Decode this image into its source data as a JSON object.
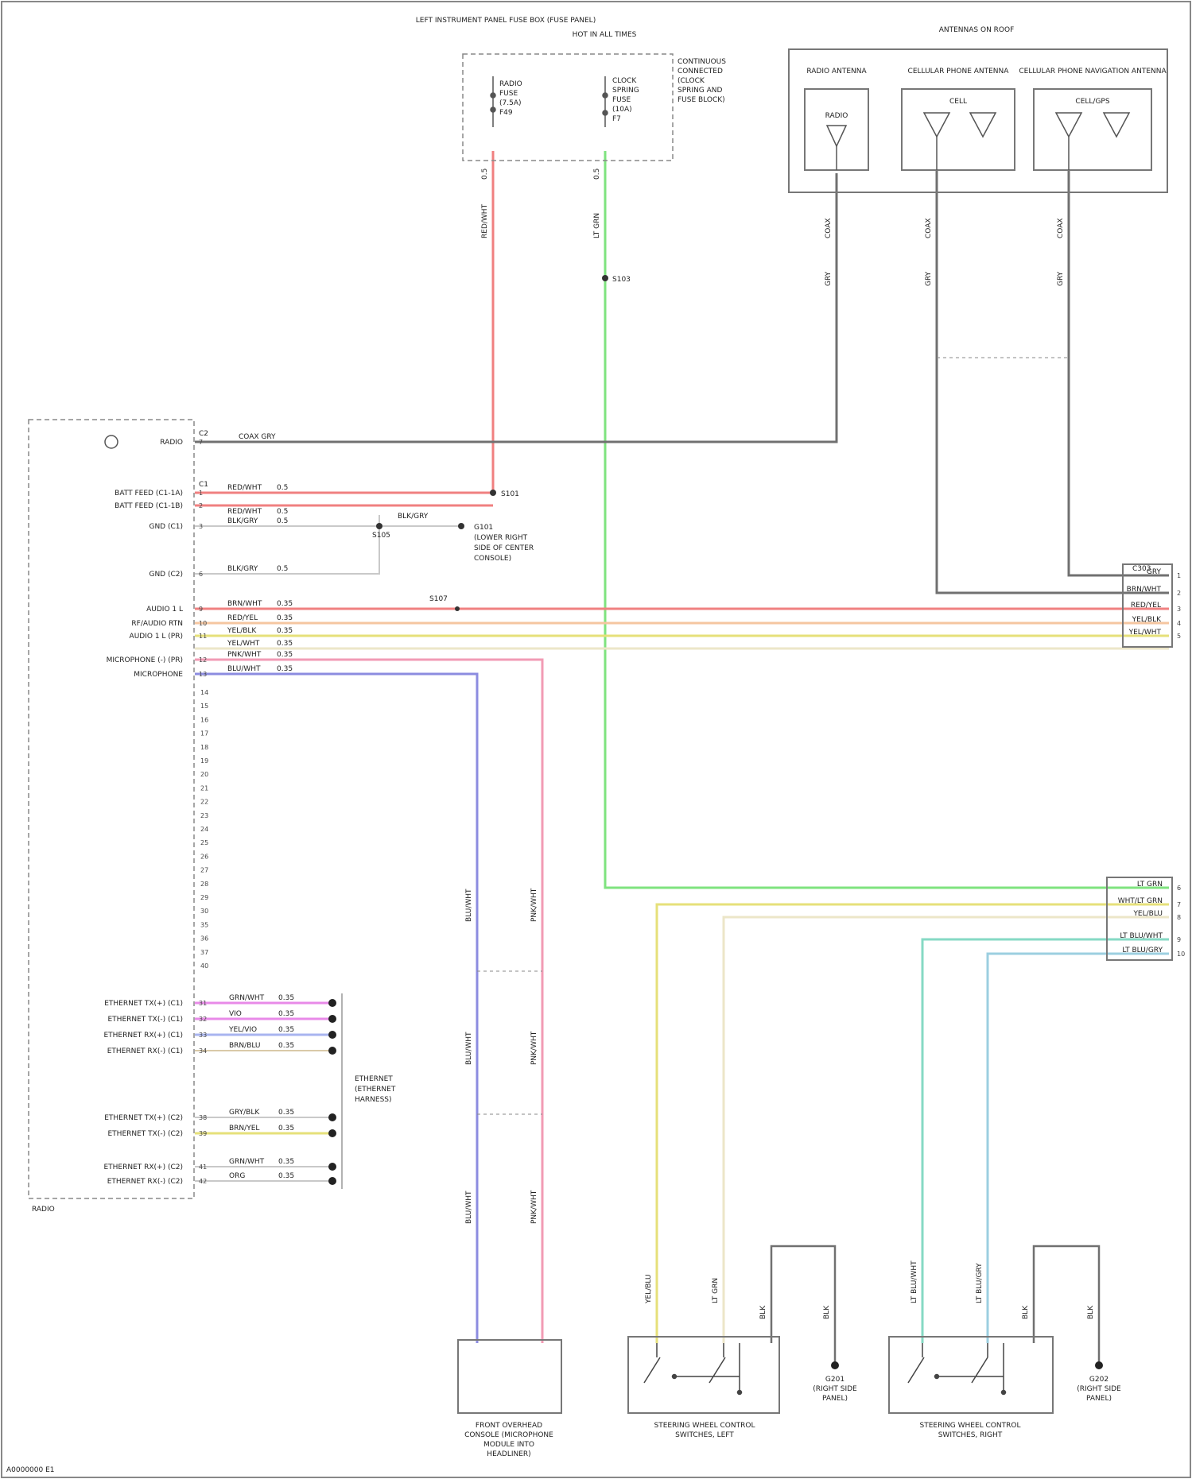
{
  "figure_code": "A0000000 E1",
  "radio_module": {
    "label": "RADIO",
    "connector_labels": [
      "C2",
      "C1"
    ],
    "pin_functions": [
      {
        "num": "7",
        "name": "RADIO"
      },
      {
        "num": "1",
        "name": "BATT FEED (C1-1A)"
      },
      {
        "num": "2",
        "name": "BATT FEED (C1-1B)"
      },
      {
        "num": "3",
        "name": "GND (C1)"
      },
      {
        "num": "6",
        "name": "GND (C2)"
      },
      {
        "num": "9",
        "name": "AUDIO 1 L"
      },
      {
        "num": "10",
        "name": "RF/AUDIO RTN"
      },
      {
        "num": "11",
        "name": "AUDIO 1 L (PR)"
      },
      {
        "num": "12",
        "name": "MICROPHONE (-) (PR)"
      },
      {
        "num": "13",
        "name": "MICROPHONE"
      },
      {
        "num": "31",
        "name": "ETHERNET TX(+) (C1)"
      },
      {
        "num": "32",
        "name": "ETHERNET TX(-) (C1)"
      },
      {
        "num": "33",
        "name": "ETHERNET RX(+) (C1)"
      },
      {
        "num": "34",
        "name": "ETHERNET RX(-) (C1)"
      },
      {
        "num": "38",
        "name": "ETHERNET TX(+) (C2)"
      },
      {
        "num": "39",
        "name": "ETHERNET TX(-) (C2)"
      },
      {
        "num": "41",
        "name": "ETHERNET RX(+) (C2)"
      },
      {
        "num": "42",
        "name": "ETHERNET RX(-) (C2)"
      }
    ],
    "unused_pins": [
      "14",
      "15",
      "16",
      "17",
      "18",
      "19",
      "20",
      "21",
      "22",
      "23",
      "24",
      "25",
      "26",
      "27",
      "28",
      "29",
      "30",
      "35",
      "36",
      "37",
      "40"
    ]
  },
  "fuse_box": {
    "title": "LEFT INSTRUMENT PANEL FUSE BOX (FUSE PANEL)",
    "fuse_a": [
      "RADIO",
      "FUSE",
      "(7.5A)",
      "F49"
    ],
    "fuse_b": [
      "CLOCK",
      "SPRING",
      "FUSE",
      "(10A)",
      "F7"
    ],
    "hot_at_label": "HOT IN ALL TIMES",
    "note": [
      "CONTINUOUS",
      "CONNECTED",
      "(CLOCK",
      "SPRING AND",
      "FUSE BLOCK)"
    ]
  },
  "antennas": {
    "title": "ANTENNAS ON ROOF",
    "radio_label": "RADIO ANTENNA",
    "radio_inner": "RADIO",
    "cell_label": "CELLULAR PHONE ANTENNA",
    "cell_inner": "CELL",
    "gps_label": "CELLULAR PHONE NAVIGATION ANTENNA",
    "gps_inner": "CELL/GPS"
  },
  "right_connector_top": {
    "label": "C303",
    "pins": [
      "1",
      "2",
      "3",
      "4",
      "5"
    ],
    "colors": [
      "GRY",
      "BRN/WHT",
      "RED/YEL",
      "YEL/BLK",
      "YEL/WHT"
    ]
  },
  "right_connector_mid": {
    "pins": [
      "6",
      "7",
      "8",
      "9",
      "10"
    ],
    "colors": [
      "LT GRN",
      "WHT/LT GRN",
      "YEL/BLU",
      "LT BLU/WHT",
      "LT BLU/GRY"
    ]
  },
  "splices": {
    "s101": "S101",
    "s103": "S103",
    "s105": "S105",
    "ground": [
      "G101",
      "(LOWER RIGHT",
      "SIDE OF CENTER",
      "CONSOLE)"
    ],
    "s107": "S107"
  },
  "wire_labels": {
    "red_vertical": [
      "RED/WHT",
      "0.5"
    ],
    "green_vertical": [
      "LT GRN",
      "0.5"
    ],
    "antenna_radio_wire": [
      "COAX",
      "GRY"
    ],
    "antenna_cell_wire": [
      "COAX",
      "GRY"
    ],
    "antenna_gps_wire": [
      "COAX",
      "GRY"
    ],
    "radio_coax": "COAX GRY",
    "batt_1": [
      "RED/WHT",
      "0.5"
    ],
    "batt_2": [
      "RED/WHT",
      "0.5"
    ],
    "gnd_c1": [
      "BLK/GRY",
      "0.5"
    ],
    "gnd_c2": [
      "BLK/GRY",
      "0.5"
    ],
    "audio_1": [
      "BRN/WHT",
      "0.35"
    ],
    "audio_2": [
      "RED/YEL",
      "0.35"
    ],
    "audio_3": [
      "YEL/BLK",
      "0.35"
    ],
    "audio_4": [
      "YEL/WHT",
      "0.35"
    ],
    "mic_minus": [
      "PNK/WHT",
      "0.35"
    ],
    "mic_plus": [
      "BLU/WHT",
      "0.35"
    ],
    "splice_wire": "BLK/GRY",
    "mic_vertical_blue": [
      "BLU/WHT",
      "BLU/WHT",
      "BLU/WHT"
    ],
    "mic_vertical_pink": [
      "PNK/WHT",
      "PNK/WHT",
      "PNK/WHT"
    ],
    "eth": [
      [
        "GRN/WHT",
        "0.35"
      ],
      [
        "VIO",
        "0.35"
      ],
      [
        "YEL/VIO",
        "0.35"
      ],
      [
        "BRN/BLU",
        "0.35"
      ],
      [
        "GRY/BLK",
        "0.35"
      ],
      [
        "BRN/YEL",
        "0.35"
      ],
      [
        "GRN/WHT",
        "0.35"
      ],
      [
        "ORG",
        "0.35"
      ]
    ],
    "switch_wires": [
      "YEL/BLU",
      "LT GRN",
      "BLK",
      "BLK",
      "LT BLU/WHT",
      "LT BLU/GRY",
      "BLK",
      "BLK"
    ]
  },
  "components": {
    "ethernet_note": [
      "ETHERNET",
      "(ETHERNET",
      "HARNESS)"
    ],
    "microphone": [
      "FRONT OVERHEAD",
      "CONSOLE (MICROPHONE",
      "MODULE INTO",
      "HEADLINER)"
    ],
    "left_switch": [
      "STEERING WHEEL CONTROL",
      "SWITCHES, LEFT"
    ],
    "left_ground": [
      "G201",
      "(RIGHT SIDE",
      "PANEL)"
    ],
    "right_switch": [
      "STEERING WHEEL CONTROL",
      "SWITCHES, RIGHT"
    ],
    "right_ground": [
      "G202",
      "(RIGHT SIDE",
      "PANEL)"
    ]
  },
  "colors": {
    "red_wire": "#f08080",
    "pink_wire": "#f29bb4",
    "green_wire": "#7fe37f",
    "blue_wire": "#8c8ce0",
    "gray_wire": "#707070",
    "yellow_wire": "#e6e07a",
    "cream_wire": "#ece6c8",
    "teal_wire": "#86d9c4",
    "lightblue_wire": "#9ccfe0",
    "magenta_wire": "#e88ae8"
  }
}
